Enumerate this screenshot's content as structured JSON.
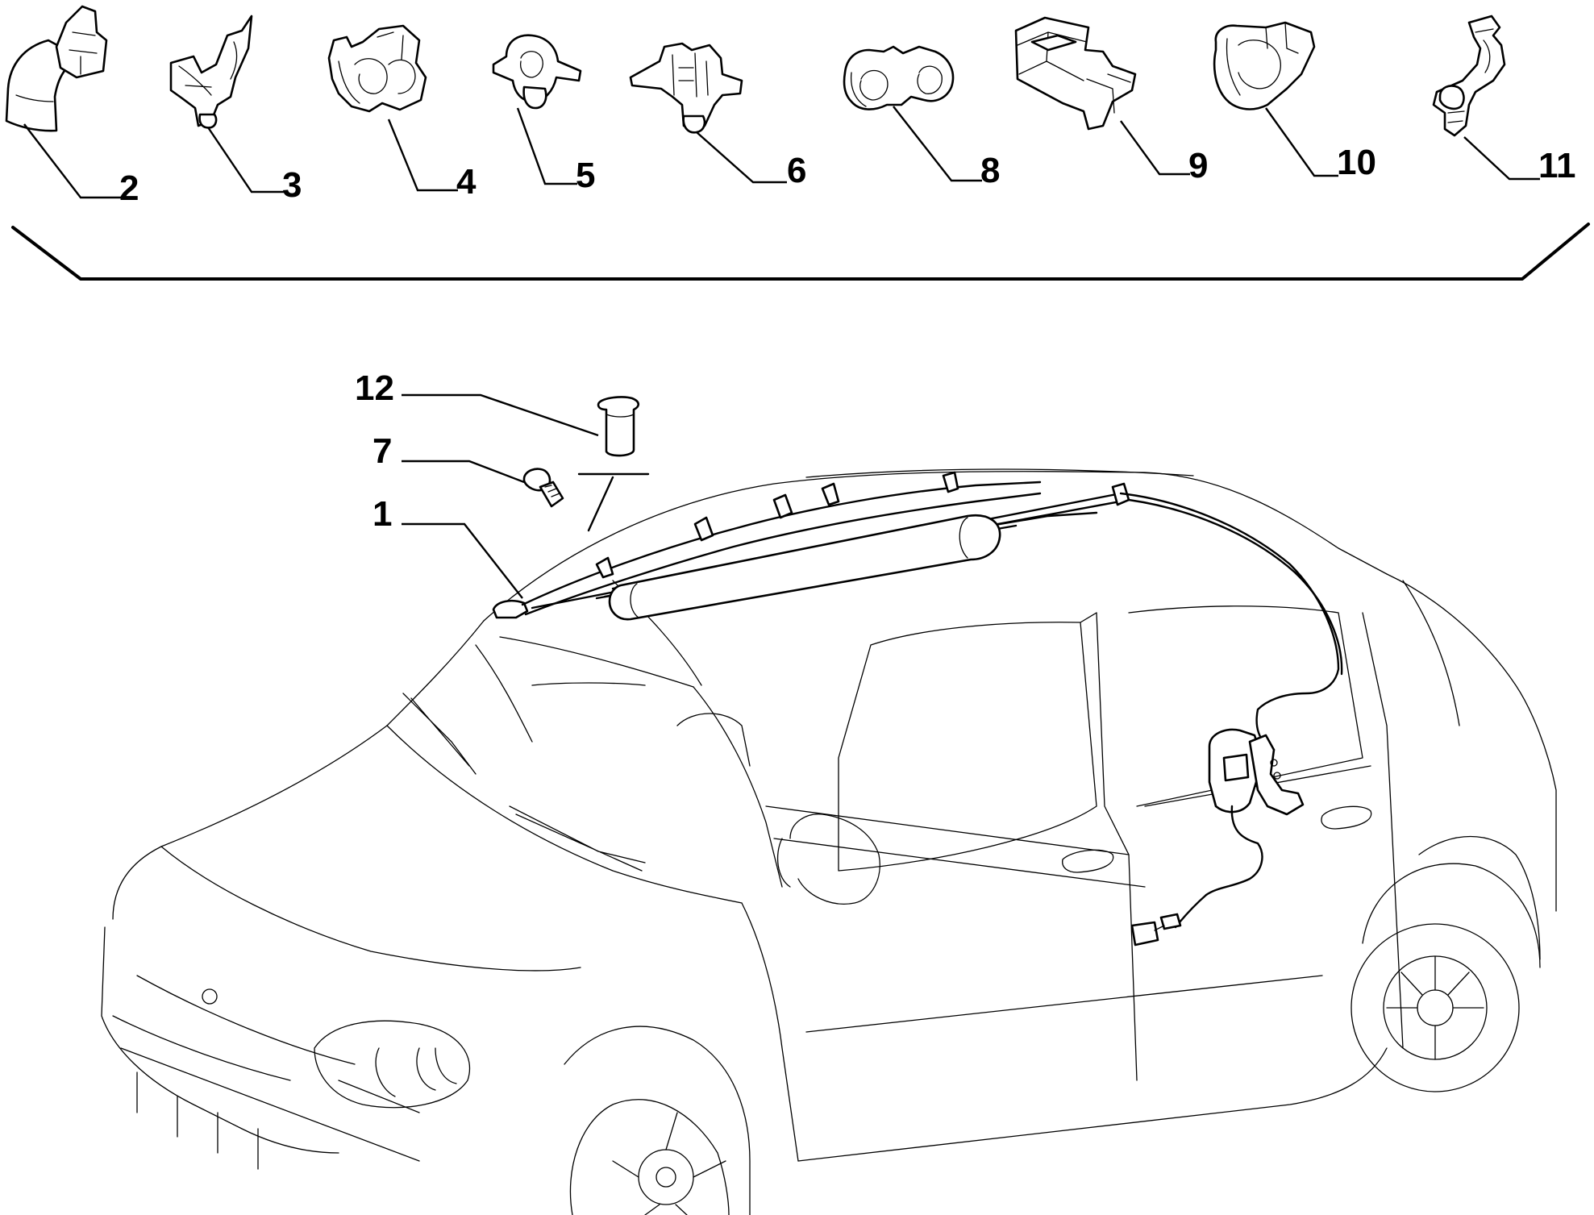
{
  "diagram": {
    "callouts": [
      {
        "id": "c2",
        "label": "2"
      },
      {
        "id": "c3",
        "label": "3"
      },
      {
        "id": "c4",
        "label": "4"
      },
      {
        "id": "c5",
        "label": "5"
      },
      {
        "id": "c6",
        "label": "6"
      },
      {
        "id": "c8",
        "label": "8"
      },
      {
        "id": "c9",
        "label": "9"
      },
      {
        "id": "c10",
        "label": "10"
      },
      {
        "id": "c11",
        "label": "11"
      },
      {
        "id": "c12",
        "label": "12"
      },
      {
        "id": "c7",
        "label": "7"
      },
      {
        "id": "c1",
        "label": "1"
      }
    ]
  }
}
